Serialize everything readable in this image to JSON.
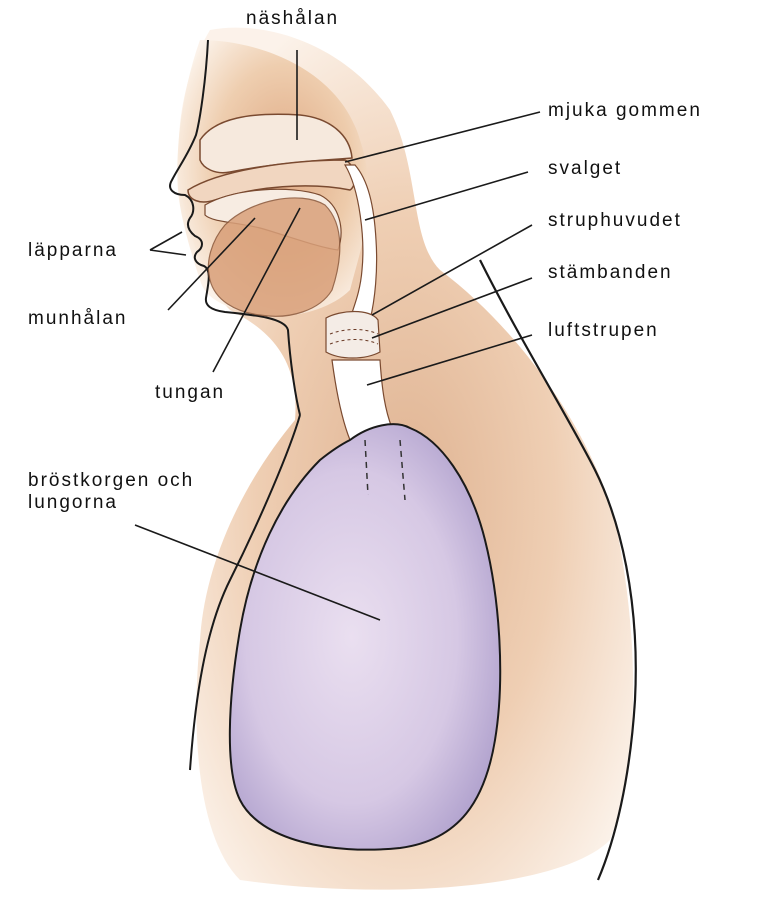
{
  "labels": {
    "nashalan": "näshålan",
    "mjuka_gommen": "mjuka gommen",
    "svalget": "svalget",
    "struphuvudet": "struphuvudet",
    "stambanden": "stämbanden",
    "luftstrupen": "luftstrupen",
    "lapparna": "läpparna",
    "munhalan": "munhålan",
    "tungan": "tungan",
    "brostkorgen_line1": "bröstkorgen och",
    "brostkorgen_line2": "lungorna"
  },
  "colors": {
    "skin": "#f3dcc6",
    "skin_shadow": "#d9a57e",
    "tissue_inner": "#d7a07a",
    "airway": "#ffffff",
    "lung": "#d3c5e3",
    "lung_shadow": "#a99ac9",
    "outline": "#1a1a1a"
  }
}
